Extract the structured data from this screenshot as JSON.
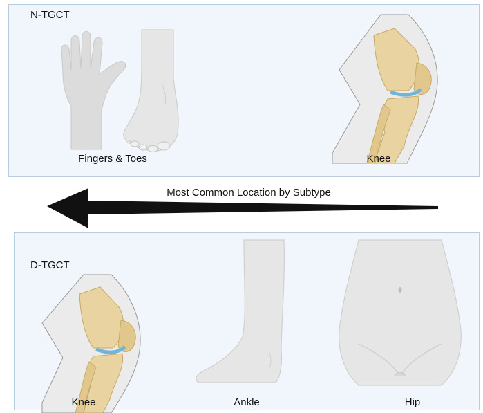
{
  "panels": {
    "top": {
      "title": "N-TGCT",
      "labels": {
        "fingers_toes": "Fingers & Toes",
        "knee": "Knee"
      }
    },
    "bottom": {
      "title": "D-TGCT",
      "labels": {
        "knee": "Knee",
        "ankle": "Ankle",
        "hip": "Hip"
      }
    }
  },
  "arrow": {
    "label": "Most Common Location by Subtype",
    "direction": "left"
  },
  "colors": {
    "panel_bg": "#f1f6fc",
    "panel_border": "#b9cde0",
    "bone": "#e8d3a1",
    "cartilage": "#6cb6da",
    "skin_gray": "#dcdcdc",
    "arrow": "#111111"
  },
  "icons": [
    "hand-icon",
    "foot-icon",
    "knee-joint-icon",
    "leg-ankle-icon",
    "hip-torso-icon"
  ]
}
